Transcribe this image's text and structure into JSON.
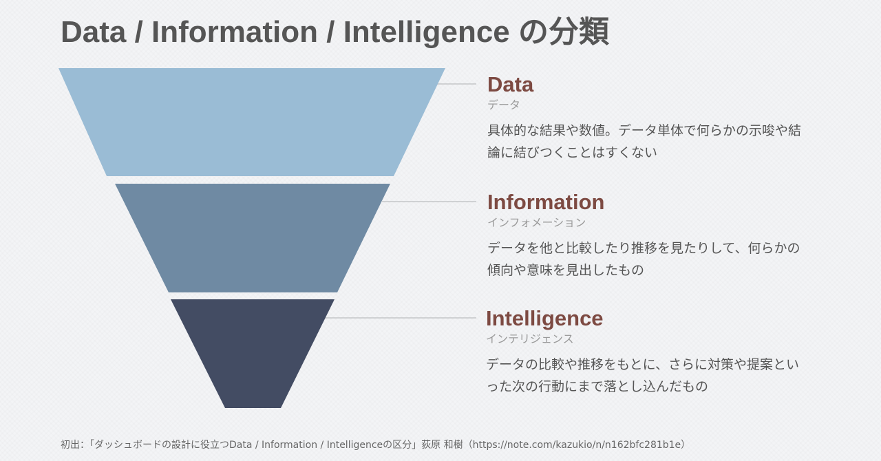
{
  "title": "Data / Information / Intelligence の分類",
  "colors": {
    "background": "#f3f4f6",
    "title": "#555555",
    "label_title": "#7d4a42",
    "kana": "#9a9a9a",
    "connector": "#c4c6c8",
    "segment_data": "#9abcd5",
    "segment_information": "#6f8aa3",
    "segment_intelligence": "#434c63"
  },
  "funnel": {
    "levels": [
      {
        "name": "Data",
        "kana": "データ",
        "description": "具体的な結果や数値。データ単体で何らかの示唆や結論に結びつくことはすくない",
        "color": "#9abcd5"
      },
      {
        "name": "Information",
        "kana": "インフォメーション",
        "description": "データを他と比較したり推移を見たりして、何らかの傾向や意味を見出したもの",
        "color": "#6f8aa3"
      },
      {
        "name": "Intelligence",
        "kana": "インテリジェンス",
        "description": "データの比較や推移をもとに、さらに対策や提案といった次の行動にまで落とし込んだもの",
        "color": "#434c63"
      }
    ]
  },
  "footer": {
    "citation": "初出：「ダッシュボードの設計に役立つData / Information / Intelligenceの区分」荻原 和樹（https://note.com/kazukio/n/n162bfc281b1e）"
  }
}
